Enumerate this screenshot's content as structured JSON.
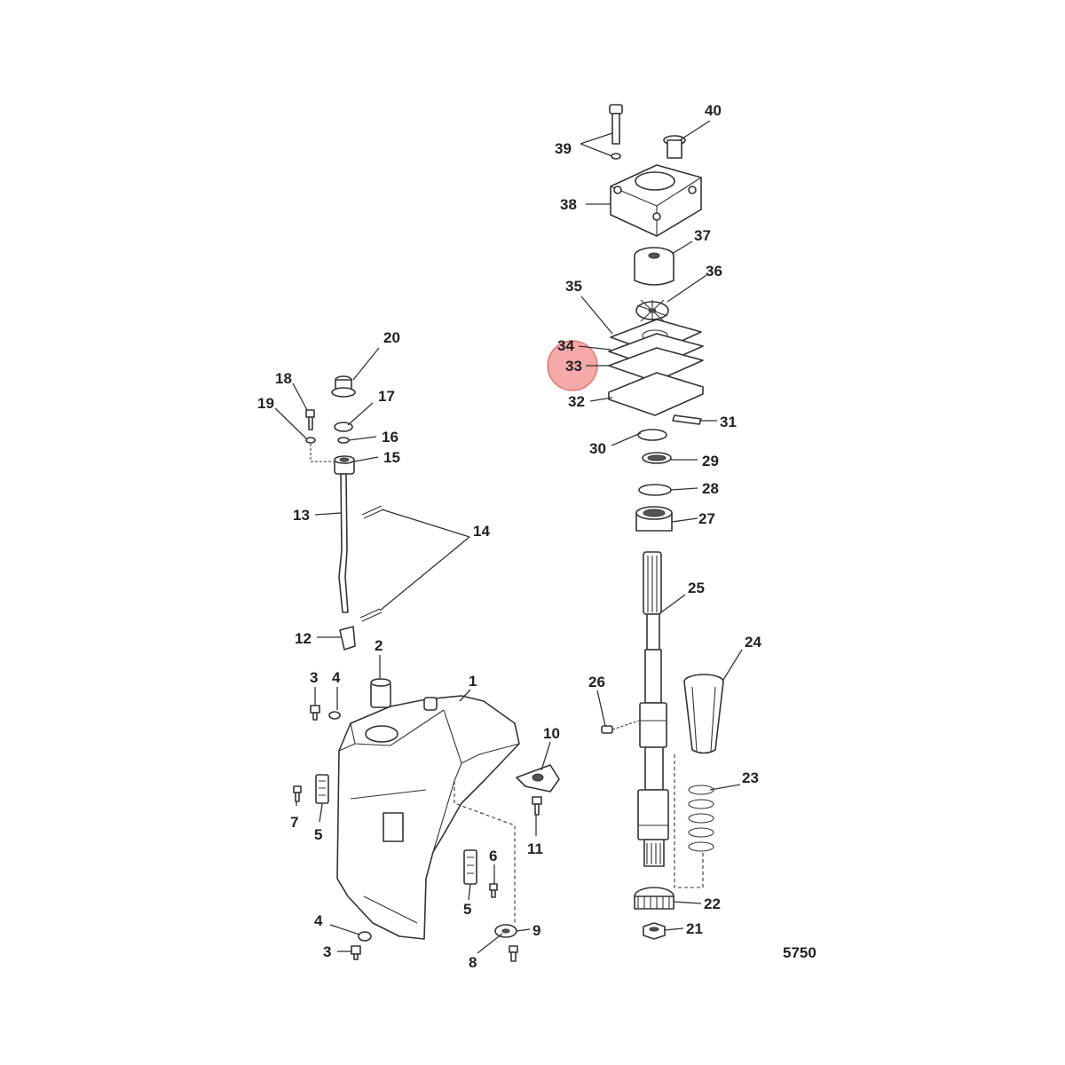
{
  "figure_number": "5750",
  "highlight": {
    "part": "33",
    "color": "#e84040"
  },
  "labels": {
    "p1": "1",
    "p2": "2",
    "p3a": "3",
    "p3b": "3",
    "p4a": "4",
    "p4b": "4",
    "p5a": "5",
    "p5b": "5",
    "p6": "6",
    "p7": "7",
    "p8": "8",
    "p9": "9",
    "p10": "10",
    "p11": "11",
    "p12": "12",
    "p13": "13",
    "p14": "14",
    "p15": "15",
    "p16": "16",
    "p17": "17",
    "p18": "18",
    "p19": "19",
    "p20": "20",
    "p21": "21",
    "p22": "22",
    "p23": "23",
    "p24": "24",
    "p25": "25",
    "p26": "26",
    "p27": "27",
    "p28": "28",
    "p29": "29",
    "p30": "30",
    "p31": "31",
    "p32": "32",
    "p33": "33",
    "p34": "34",
    "p35": "35",
    "p36": "36",
    "p37": "37",
    "p38": "38",
    "p39": "39",
    "p40": "40"
  }
}
